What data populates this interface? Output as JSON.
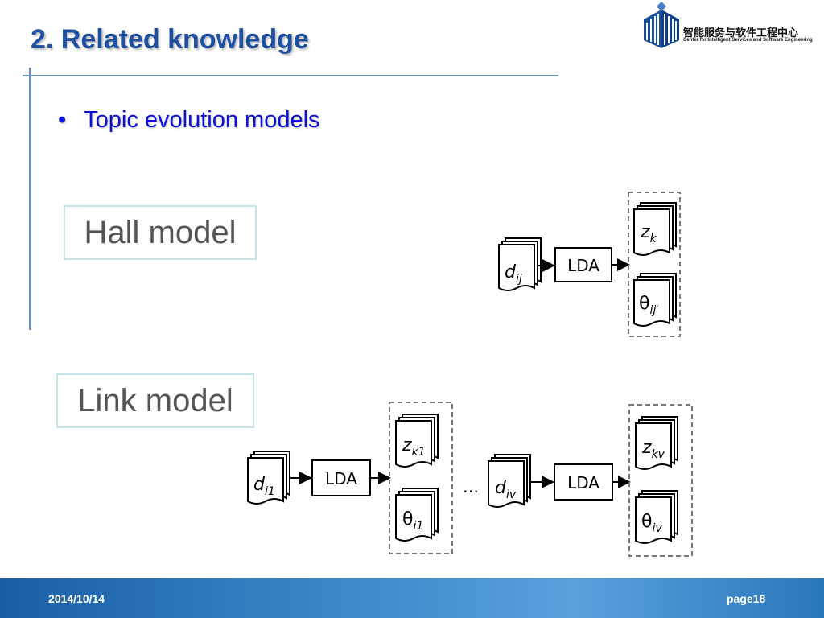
{
  "slide": {
    "title": "2. Related knowledge",
    "bullet": "Topic evolution models",
    "footer_date": "2014/10/14",
    "footer_page": "page18"
  },
  "logo": {
    "chinese_text": "智能服务与软件工程中心",
    "english_text": "Center for Intelligent Services and Software Engineering"
  },
  "hall_model": {
    "label": "Hall model",
    "input": "d_ij",
    "process": "LDA",
    "outputs": [
      "z_k",
      "θ_ij′"
    ]
  },
  "link_model": {
    "label": "Link model",
    "first": {
      "input": "d_i1",
      "process": "LDA",
      "outputs": [
        "z_k1",
        "θ_i1"
      ]
    },
    "ellipsis": "…",
    "last": {
      "input": "d_iv",
      "process": "LDA",
      "outputs": [
        "z_kv",
        "θ_iv"
      ]
    }
  },
  "colors": {
    "title": "#1f4fa0",
    "bullet": "#0a10d8",
    "footer": "#2a76bc",
    "label_border": "#c6e3ea"
  }
}
